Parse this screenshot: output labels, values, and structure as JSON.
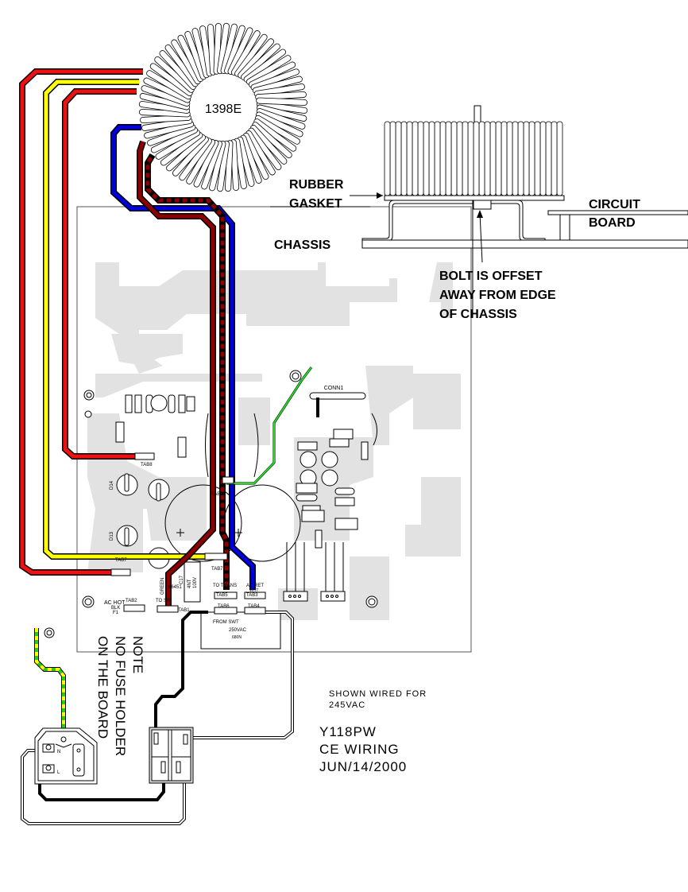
{
  "transformer": {
    "label": "1398E"
  },
  "side_view": {
    "rubber_gasket": [
      "RUBBER",
      "GASKET"
    ],
    "chassis": "CHASSIS",
    "circuit_board": [
      "CIRCUIT",
      "BOARD"
    ],
    "bolt_note": [
      "BOLT IS OFFSET",
      "AWAY  FROM  EDGE",
      "OF CHASSIS"
    ]
  },
  "board": {
    "conn1": "CONN1",
    "tabs": {
      "tab8": "TAB8",
      "tab10": "TAB10",
      "tab7_top": "TAB7",
      "tab_left": "TAB7",
      "tab2": "TAB2",
      "tab1": "TAB1",
      "tab5": "TAB5",
      "tab6": "TAB6",
      "tab3": "TAB3",
      "tab4": "TAB4"
    },
    "diodes": {
      "d14": "D14",
      "d13": "D13"
    },
    "labels": {
      "ac_hot": "AC HOT",
      "blk": "BLK",
      "f1": "F1",
      "to_sw": "TO SW",
      "green": "GREEN",
      "part": "86451",
      "c_label": "C17",
      "cap_value": [
        "4NT",
        "100V"
      ],
      "to_trans": "TO TRANS",
      "ac_ret": "AC RET",
      "wht": "WHT",
      "from_swt": "FROM SWT",
      "rating": "250VAC",
      "part2": "680N"
    }
  },
  "note": [
    "NOTE",
    "NO FUSE HOLDER",
    "ON THE BOARD"
  ],
  "inlet": {
    "n": "N",
    "l": "L"
  },
  "info": {
    "shown_wired": [
      "SHOWN WIRED FOR",
      "245VAC"
    ],
    "title": [
      "Y118PW",
      "CE WIRING",
      "JUN/14/2000"
    ]
  },
  "colors": {
    "red": "#ee1111",
    "dark_red": "#8b0000",
    "yellow": "#ffff00",
    "blue": "#0000dd",
    "green": "#22dd22",
    "black": "#000000",
    "pcb_trace": "#e0e0e0"
  }
}
